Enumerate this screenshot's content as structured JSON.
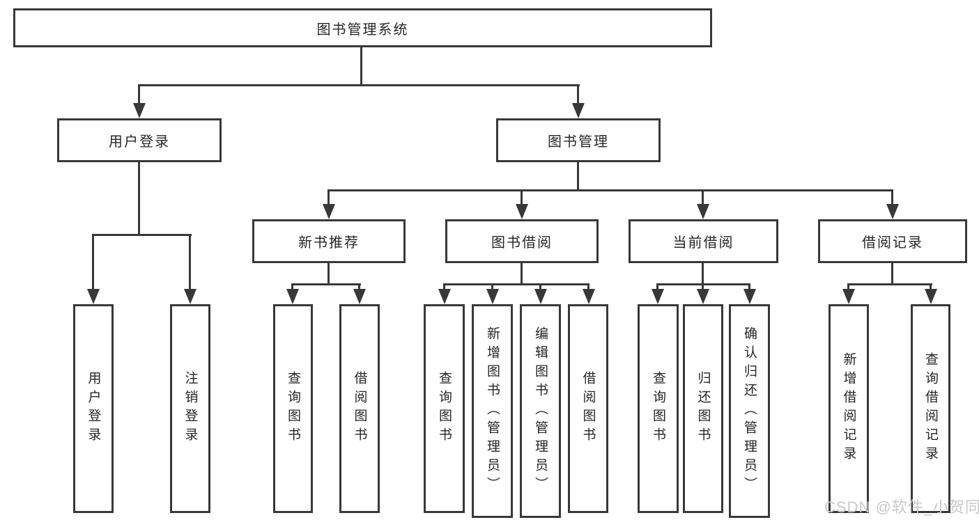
{
  "colors": {
    "line": "#383838",
    "text": "#262626",
    "background": "#ffffff",
    "watermark": "#c9c9c9"
  },
  "watermark": "CSDN @软件_小贺同学",
  "tree": {
    "root": "图书管理系统",
    "user_login": {
      "label": "用户登录",
      "children": {
        "login": "用户登录",
        "logout": "注销登录"
      }
    },
    "book_management": {
      "label": "图书管理",
      "children": {
        "new_book_recommend": {
          "label": "新书推荐",
          "children": {
            "query_books": "查询图书",
            "borrow_books": "借阅图书"
          }
        },
        "book_borrow": {
          "label": "图书借阅",
          "children": {
            "query_books": "查询图书",
            "add_books_admin": "新增图书（管理员）",
            "edit_books_admin": "编辑图书（管理员）",
            "borrow_books": "借阅图书"
          }
        },
        "current_borrow": {
          "label": "当前借阅",
          "children": {
            "query_books": "查询图书",
            "return_books": "归还图书",
            "confirm_return_admin": "确认归还（管理员）"
          }
        },
        "borrow_records": {
          "label": "借阅记录",
          "children": {
            "add_borrow_record": "新增借阅记录",
            "query_borrow_record": "查询借阅记录"
          }
        }
      }
    }
  }
}
